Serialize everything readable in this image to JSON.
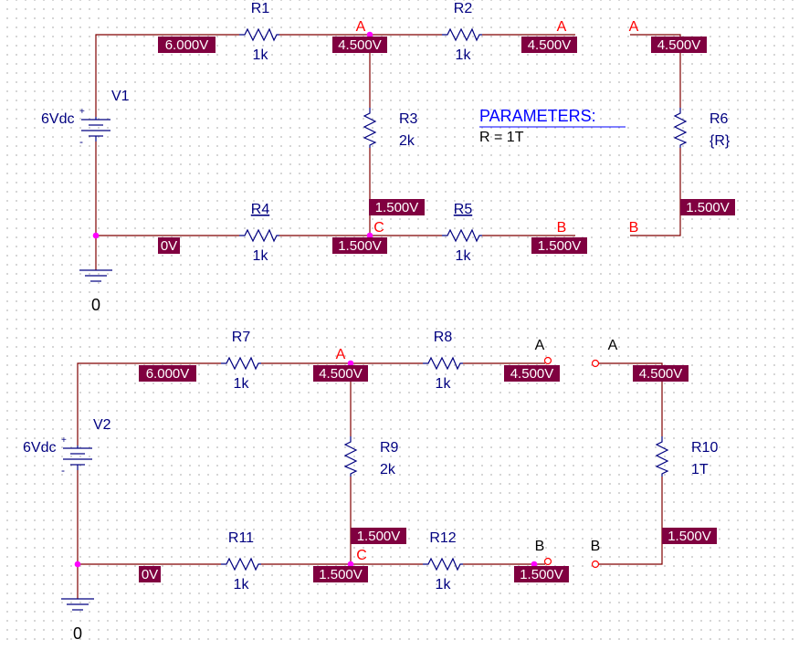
{
  "colors": {
    "wire": "#800000",
    "component": "#000080",
    "label_text": "#000080",
    "net_alias": "#ff0000",
    "net_alias_plain": "#000000",
    "voltage_tag_bg": "#800040",
    "voltage_tag_text": "#ffffff",
    "junction": "#ff00ff",
    "params_text": "#0000ff"
  },
  "circuit_top": {
    "source": {
      "name": "V1",
      "value": "6Vdc",
      "plus": "+",
      "minus": "-"
    },
    "resistors": {
      "r1": {
        "name": "R1",
        "value": "1k"
      },
      "r2": {
        "name": "R2",
        "value": "1k"
      },
      "r3": {
        "name": "R3",
        "value": "2k"
      },
      "r4": {
        "name": "R4",
        "value": "1k"
      },
      "r5": {
        "name": "R5",
        "value": "1k"
      },
      "r6": {
        "name": "R6",
        "value": "{R}"
      }
    },
    "voltages": {
      "v_left_top": "6.000V",
      "v_a_node": "4.500V",
      "v_a_right": "4.500V",
      "v_r6_top": "4.500V",
      "v_c_up": "1.500V",
      "v_c_node": "1.500V",
      "v_b_right": "1.500V",
      "v_r6_bottom": "1.500V",
      "v_ground": "0V"
    },
    "nets": {
      "a1": "A",
      "a2": "A",
      "a3": "A",
      "b1": "B",
      "b2": "B",
      "c": "C"
    },
    "ground": "0",
    "parameters": {
      "title": "PARAMETERS:",
      "entry": "R = 1T"
    }
  },
  "circuit_bottom": {
    "source": {
      "name": "V2",
      "value": "6Vdc",
      "plus": "+",
      "minus": "-"
    },
    "resistors": {
      "r7": {
        "name": "R7",
        "value": "1k"
      },
      "r8": {
        "name": "R8",
        "value": "1k"
      },
      "r9": {
        "name": "R9",
        "value": "2k"
      },
      "r10": {
        "name": "R10",
        "value": "1T"
      },
      "r11": {
        "name": "R11",
        "value": "1k"
      },
      "r12": {
        "name": "R12",
        "value": "1k"
      }
    },
    "voltages": {
      "v_left_top": "6.000V",
      "v_a_node": "4.500V",
      "v_a_right": "4.500V",
      "v_r10_top": "4.500V",
      "v_c_up": "1.500V",
      "v_c_node": "1.500V",
      "v_b_right": "1.500V",
      "v_r10_bottom": "1.500V",
      "v_ground": "0V"
    },
    "nets": {
      "a1": "A",
      "a2": "A",
      "a3": "A",
      "b1": "B",
      "b2": "B",
      "c": "C"
    },
    "ground": "0"
  }
}
